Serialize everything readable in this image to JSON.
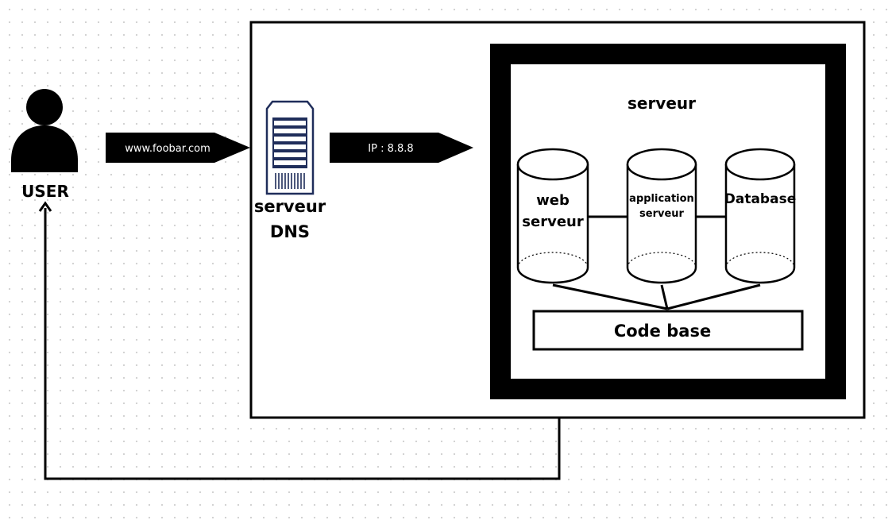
{
  "user": {
    "label": "USER",
    "icon": "user-icon"
  },
  "arrows": {
    "domain": "www.foobar.com",
    "ip": "IP : 8.8.8"
  },
  "dns": {
    "line1": "serveur",
    "line2": "DNS",
    "icon": "server-rack-icon"
  },
  "server": {
    "title": "serveur",
    "web": {
      "line1": "web",
      "line2": "serveur"
    },
    "app": {
      "line1": "application",
      "line2": "serveur"
    },
    "db": {
      "label": "Database"
    },
    "codebase": "Code base"
  },
  "colors": {
    "ink": "#000000",
    "background": "#ffffff",
    "dns_icon": "#1f2d5a",
    "dot_grid": "#d3d3d3"
  }
}
